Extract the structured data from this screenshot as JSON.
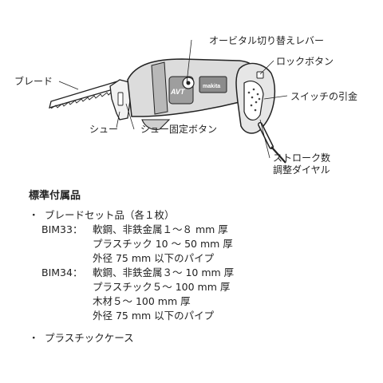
{
  "figure": {
    "callouts": {
      "orbital_lever": "オービタル切り替えレバー",
      "lock_button": "ロックボタン",
      "blade": "ブレード",
      "switch_trigger": "スイッチの引金",
      "shoe": "シュー",
      "shoe_lock_button": "シュー固定ボタン",
      "stroke_dial_line1": "ストローク数",
      "stroke_dial_line2": "調整ダイヤル"
    },
    "badge": "AVT",
    "brand": "makita"
  },
  "accessories": {
    "title": "標準付属品",
    "bullet": "・",
    "blade_set": {
      "label": "ブレードセット品（各１枚）",
      "models": [
        {
          "name": "BIM33：",
          "specs": [
            "軟鋼、非鉄金属１～８ mm 厚",
            "プラスチック 10 ～ 50 mm 厚",
            "外径 75 mm 以下のパイプ"
          ]
        },
        {
          "name": "BIM34：",
          "specs": [
            "軟鋼、非鉄金属３～ 10 mm 厚",
            "プラスチック５～ 100 mm 厚",
            "木材５～ 100 mm 厚",
            "外径 75 mm 以下のパイプ"
          ]
        }
      ]
    },
    "case": "プラスチックケース"
  }
}
